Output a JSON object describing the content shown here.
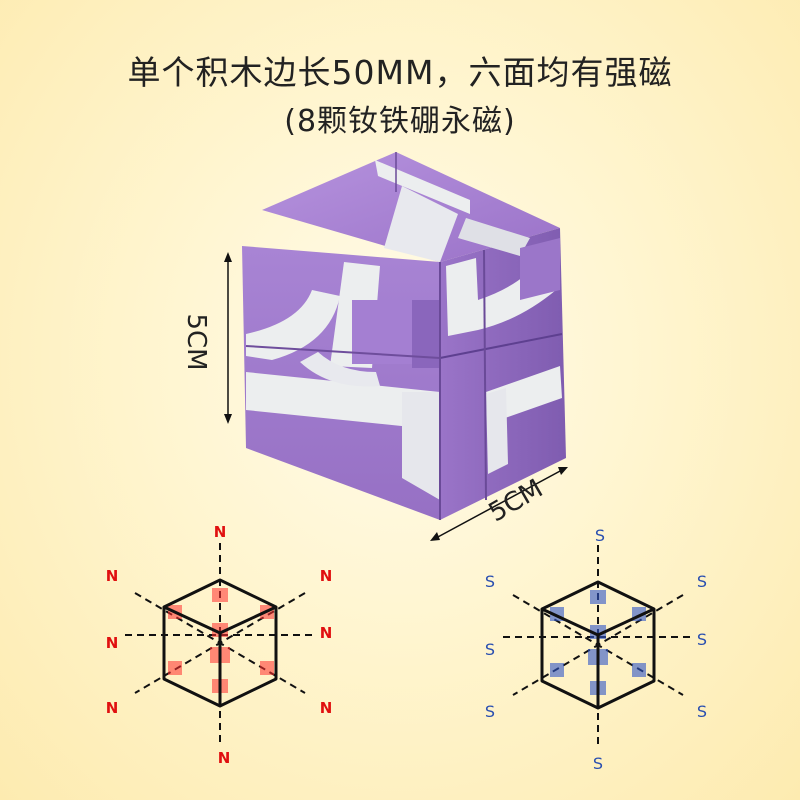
{
  "heading": {
    "line1": "单个积木边长50MM，六面均有强磁",
    "line2": "(8颗钕铁硼永磁)"
  },
  "dimensions": {
    "height_label": "5CM",
    "width_label": "5CM"
  },
  "colors": {
    "cube_purple": "#a57dd0",
    "cube_white": "#eceeef",
    "north": "#e01010",
    "south": "#2a4fb0"
  },
  "north_diagram": {
    "label": "N",
    "count": 8
  },
  "south_diagram": {
    "label": "S",
    "count": 8
  }
}
